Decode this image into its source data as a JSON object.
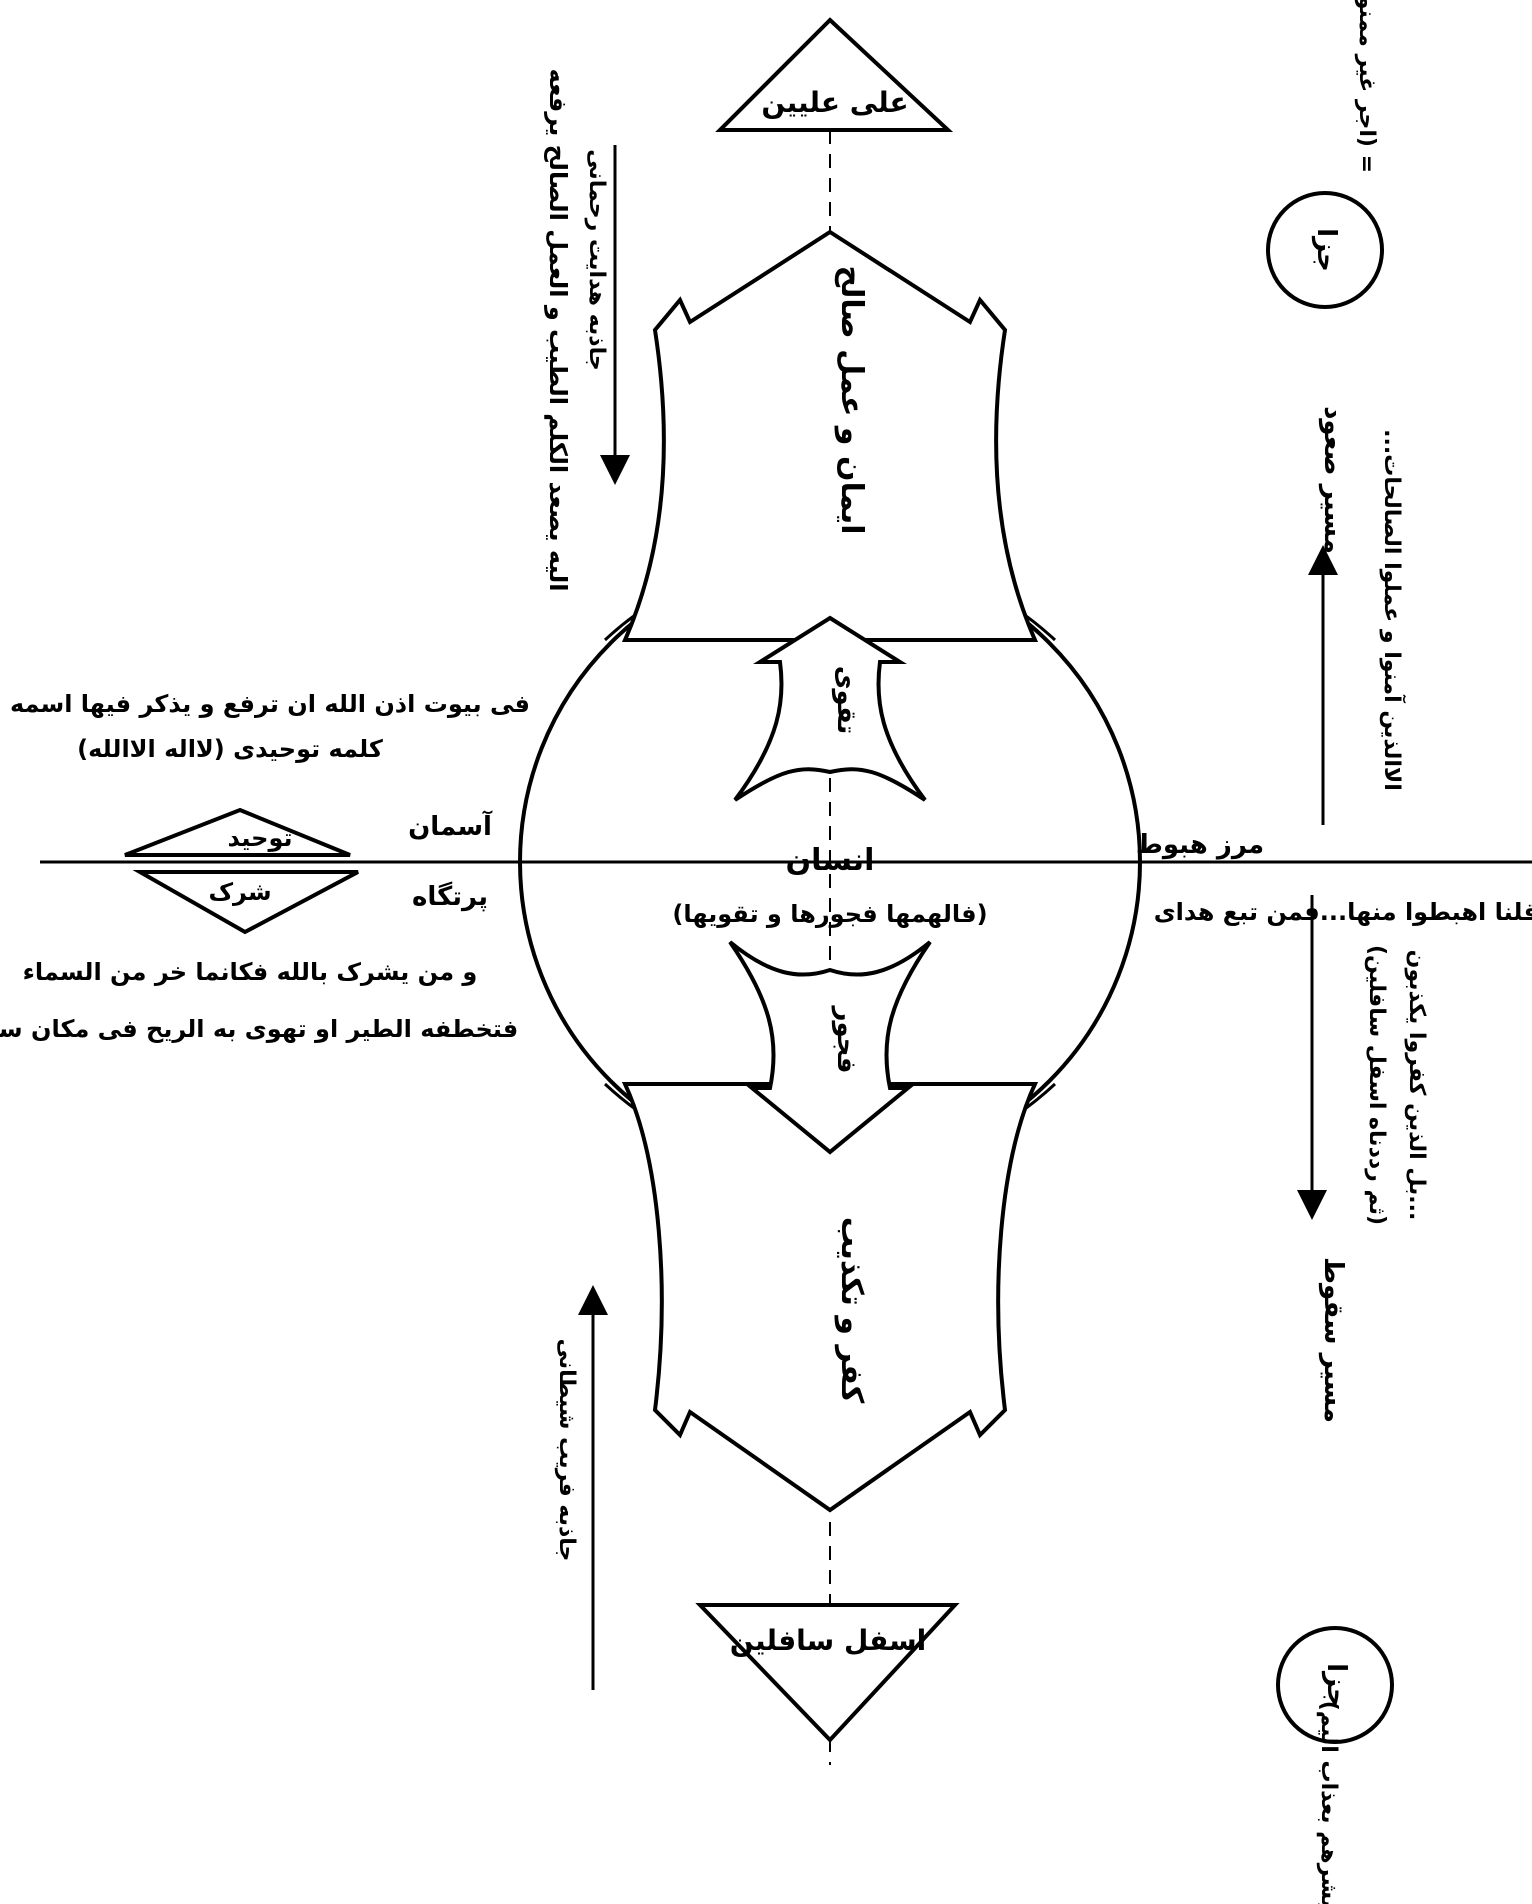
{
  "labels": {
    "top_target": "علی علیین",
    "bottom_target": "اسفل سافلین",
    "center": "انسان",
    "center_sub": "(فالهمها فجورها و تقویها)",
    "taqva": "تقوی",
    "fojur": "فجور",
    "upper_arrow": "ایمان و عمل صالح",
    "lower_arrow": "کفر و تکذیب",
    "upper_left_verse": "الیه یصعد الکلم الطیب و العمل الصالح یرفعه",
    "upper_left_attraction": "جاذبه هدایت رحمانی",
    "lower_left_attraction": "جاذبه فریب شیطانی",
    "left_top_verse": "فی بیوت اذن الله ان ترفع و یذکر فیها اسمه",
    "left_kalama": "کلمه توحیدی (لااله الاالله)",
    "tawhid": "توحید",
    "shirk": "شرک",
    "sky": "آسمان",
    "cliff": "پرتگاه",
    "left_bottom_verse_1": "و من یشرک بالله فکانما خر من السماء",
    "left_bottom_verse_2": "فتخطفه الطیر او تهوی به الریح فی مکان سح",
    "boundary": "مرز هبوط",
    "boundary_verse": "قلنا اهبطوا منها...فمن تبع هدای...",
    "ascent_path": "مسیر صعود",
    "ascent_verse": "...الاالذین آمنوا و عملوا الصالحات",
    "descent_path": "مسیر سقوط",
    "descent_verse_1": "(ثم رددناه اسفل سافلین)",
    "descent_verse_2": "بل الذین کفروا یکذبون...",
    "reward_top": "جزا",
    "reward_top_text": "اجر غیر ممنون) =",
    "reward_bottom": "جزا",
    "reward_bottom_text": "(فبشرهم بعذاب الیم) ="
  }
}
